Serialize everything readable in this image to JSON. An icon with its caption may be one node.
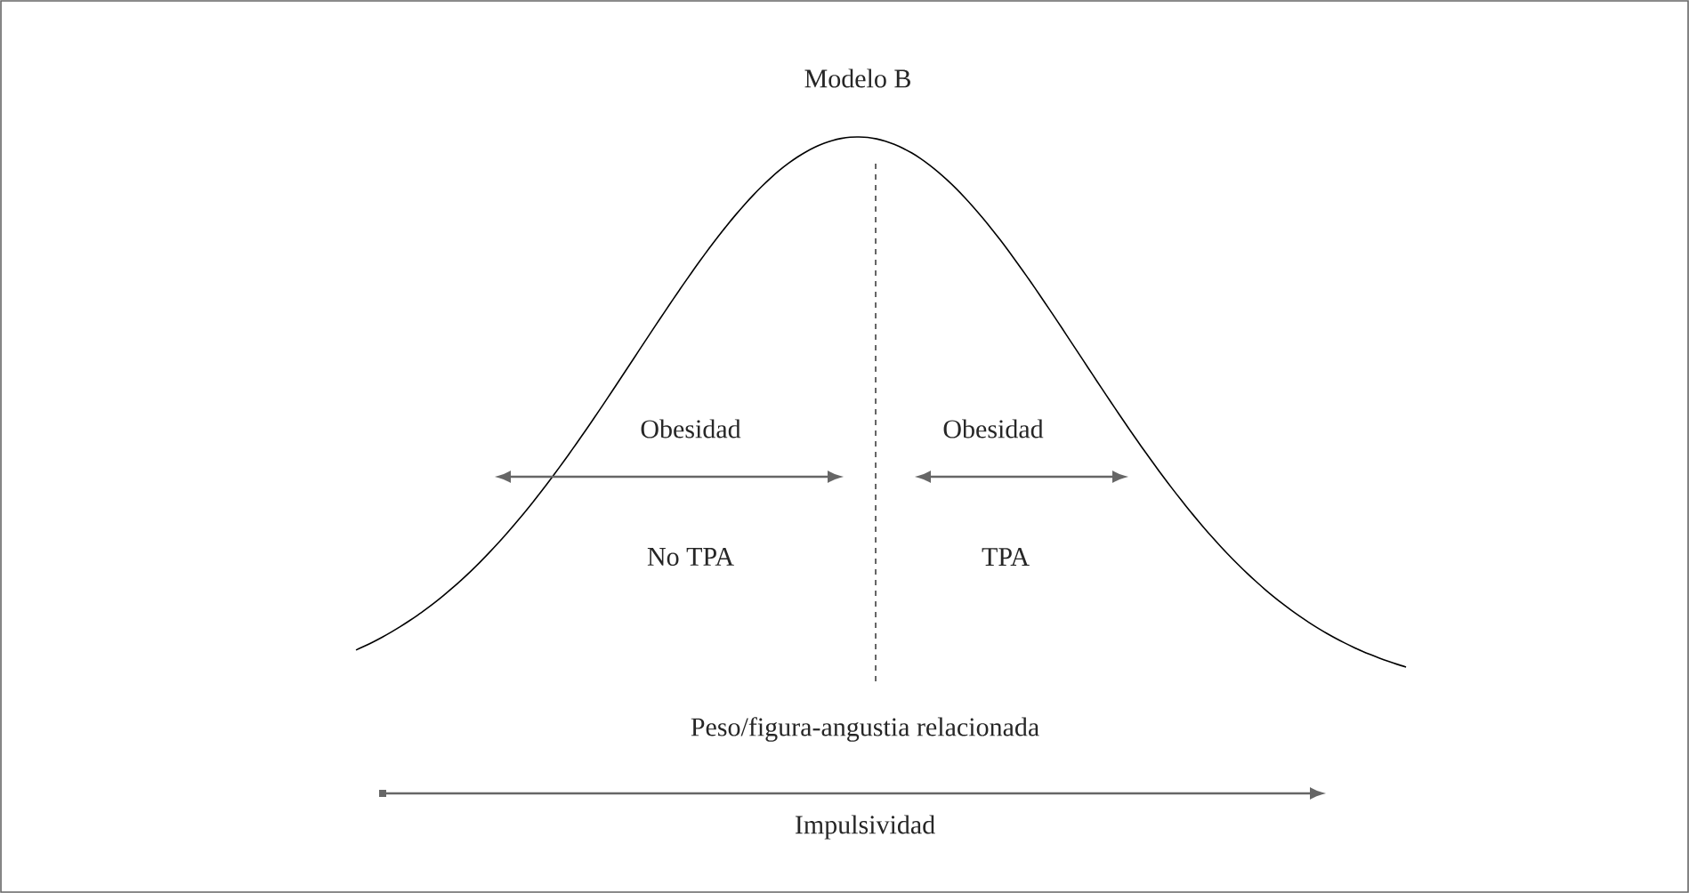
{
  "diagram": {
    "title": "Modelo B",
    "labels": [
      "Obesidad",
      "No TPA",
      "Obesidad",
      "TPA",
      "Peso/figura-angustia relacionada",
      "Impulsividad"
    ]
  }
}
